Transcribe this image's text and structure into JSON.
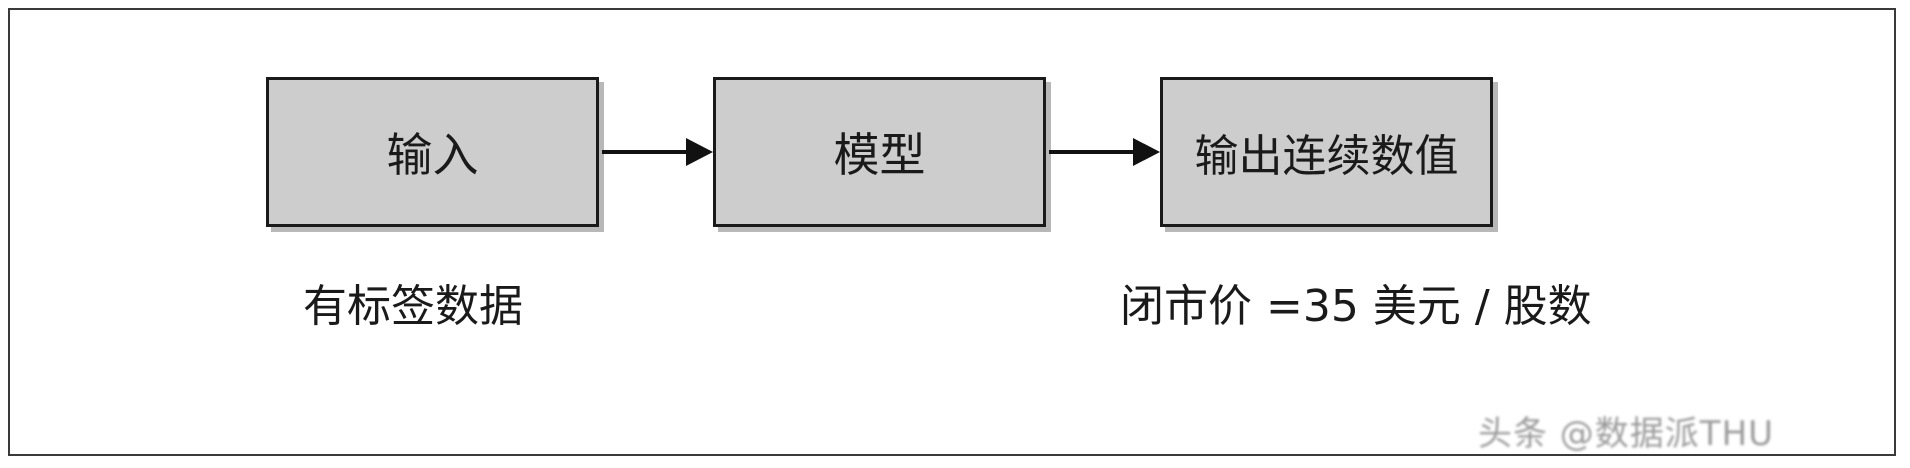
{
  "diagram": {
    "boxes": [
      {
        "id": "input",
        "label": "输入"
      },
      {
        "id": "model",
        "label": "模型"
      },
      {
        "id": "output",
        "label": "输出连续数值"
      }
    ],
    "captions": {
      "input": "有标签数据",
      "output": "闭市价 =35 美元 / 股数"
    },
    "watermark": "头条 @数据派THU"
  }
}
